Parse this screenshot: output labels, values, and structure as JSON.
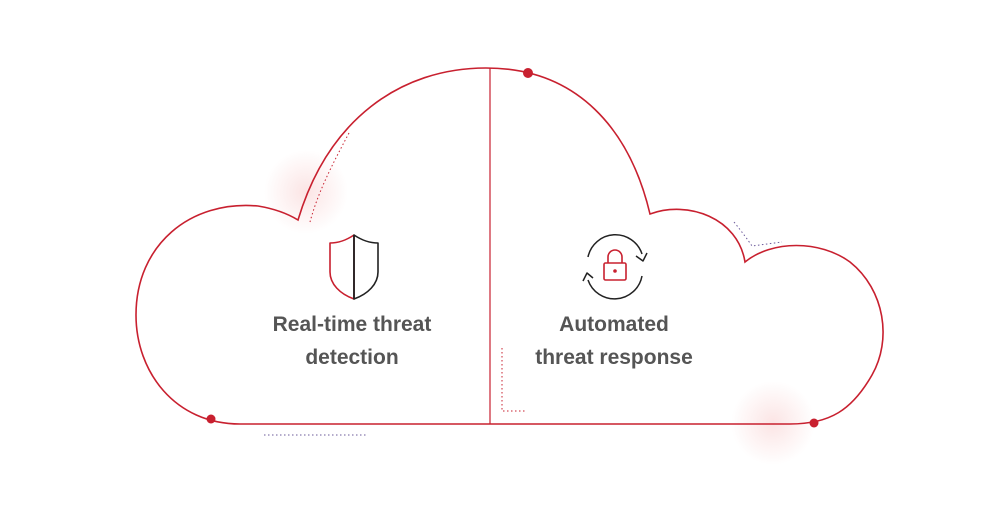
{
  "diagram": {
    "left_panel": {
      "icon": "shield-icon",
      "title_line1": "Real-time threat",
      "title_line2": "detection"
    },
    "right_panel": {
      "icon": "lock-refresh-icon",
      "title_line1": "Automated",
      "title_line2": "threat response"
    }
  },
  "colors": {
    "accent": "#c8202f",
    "text": "#555555",
    "icon_dark": "#222222",
    "glow": "#fbe3e3",
    "dotted": "#c8202f"
  }
}
